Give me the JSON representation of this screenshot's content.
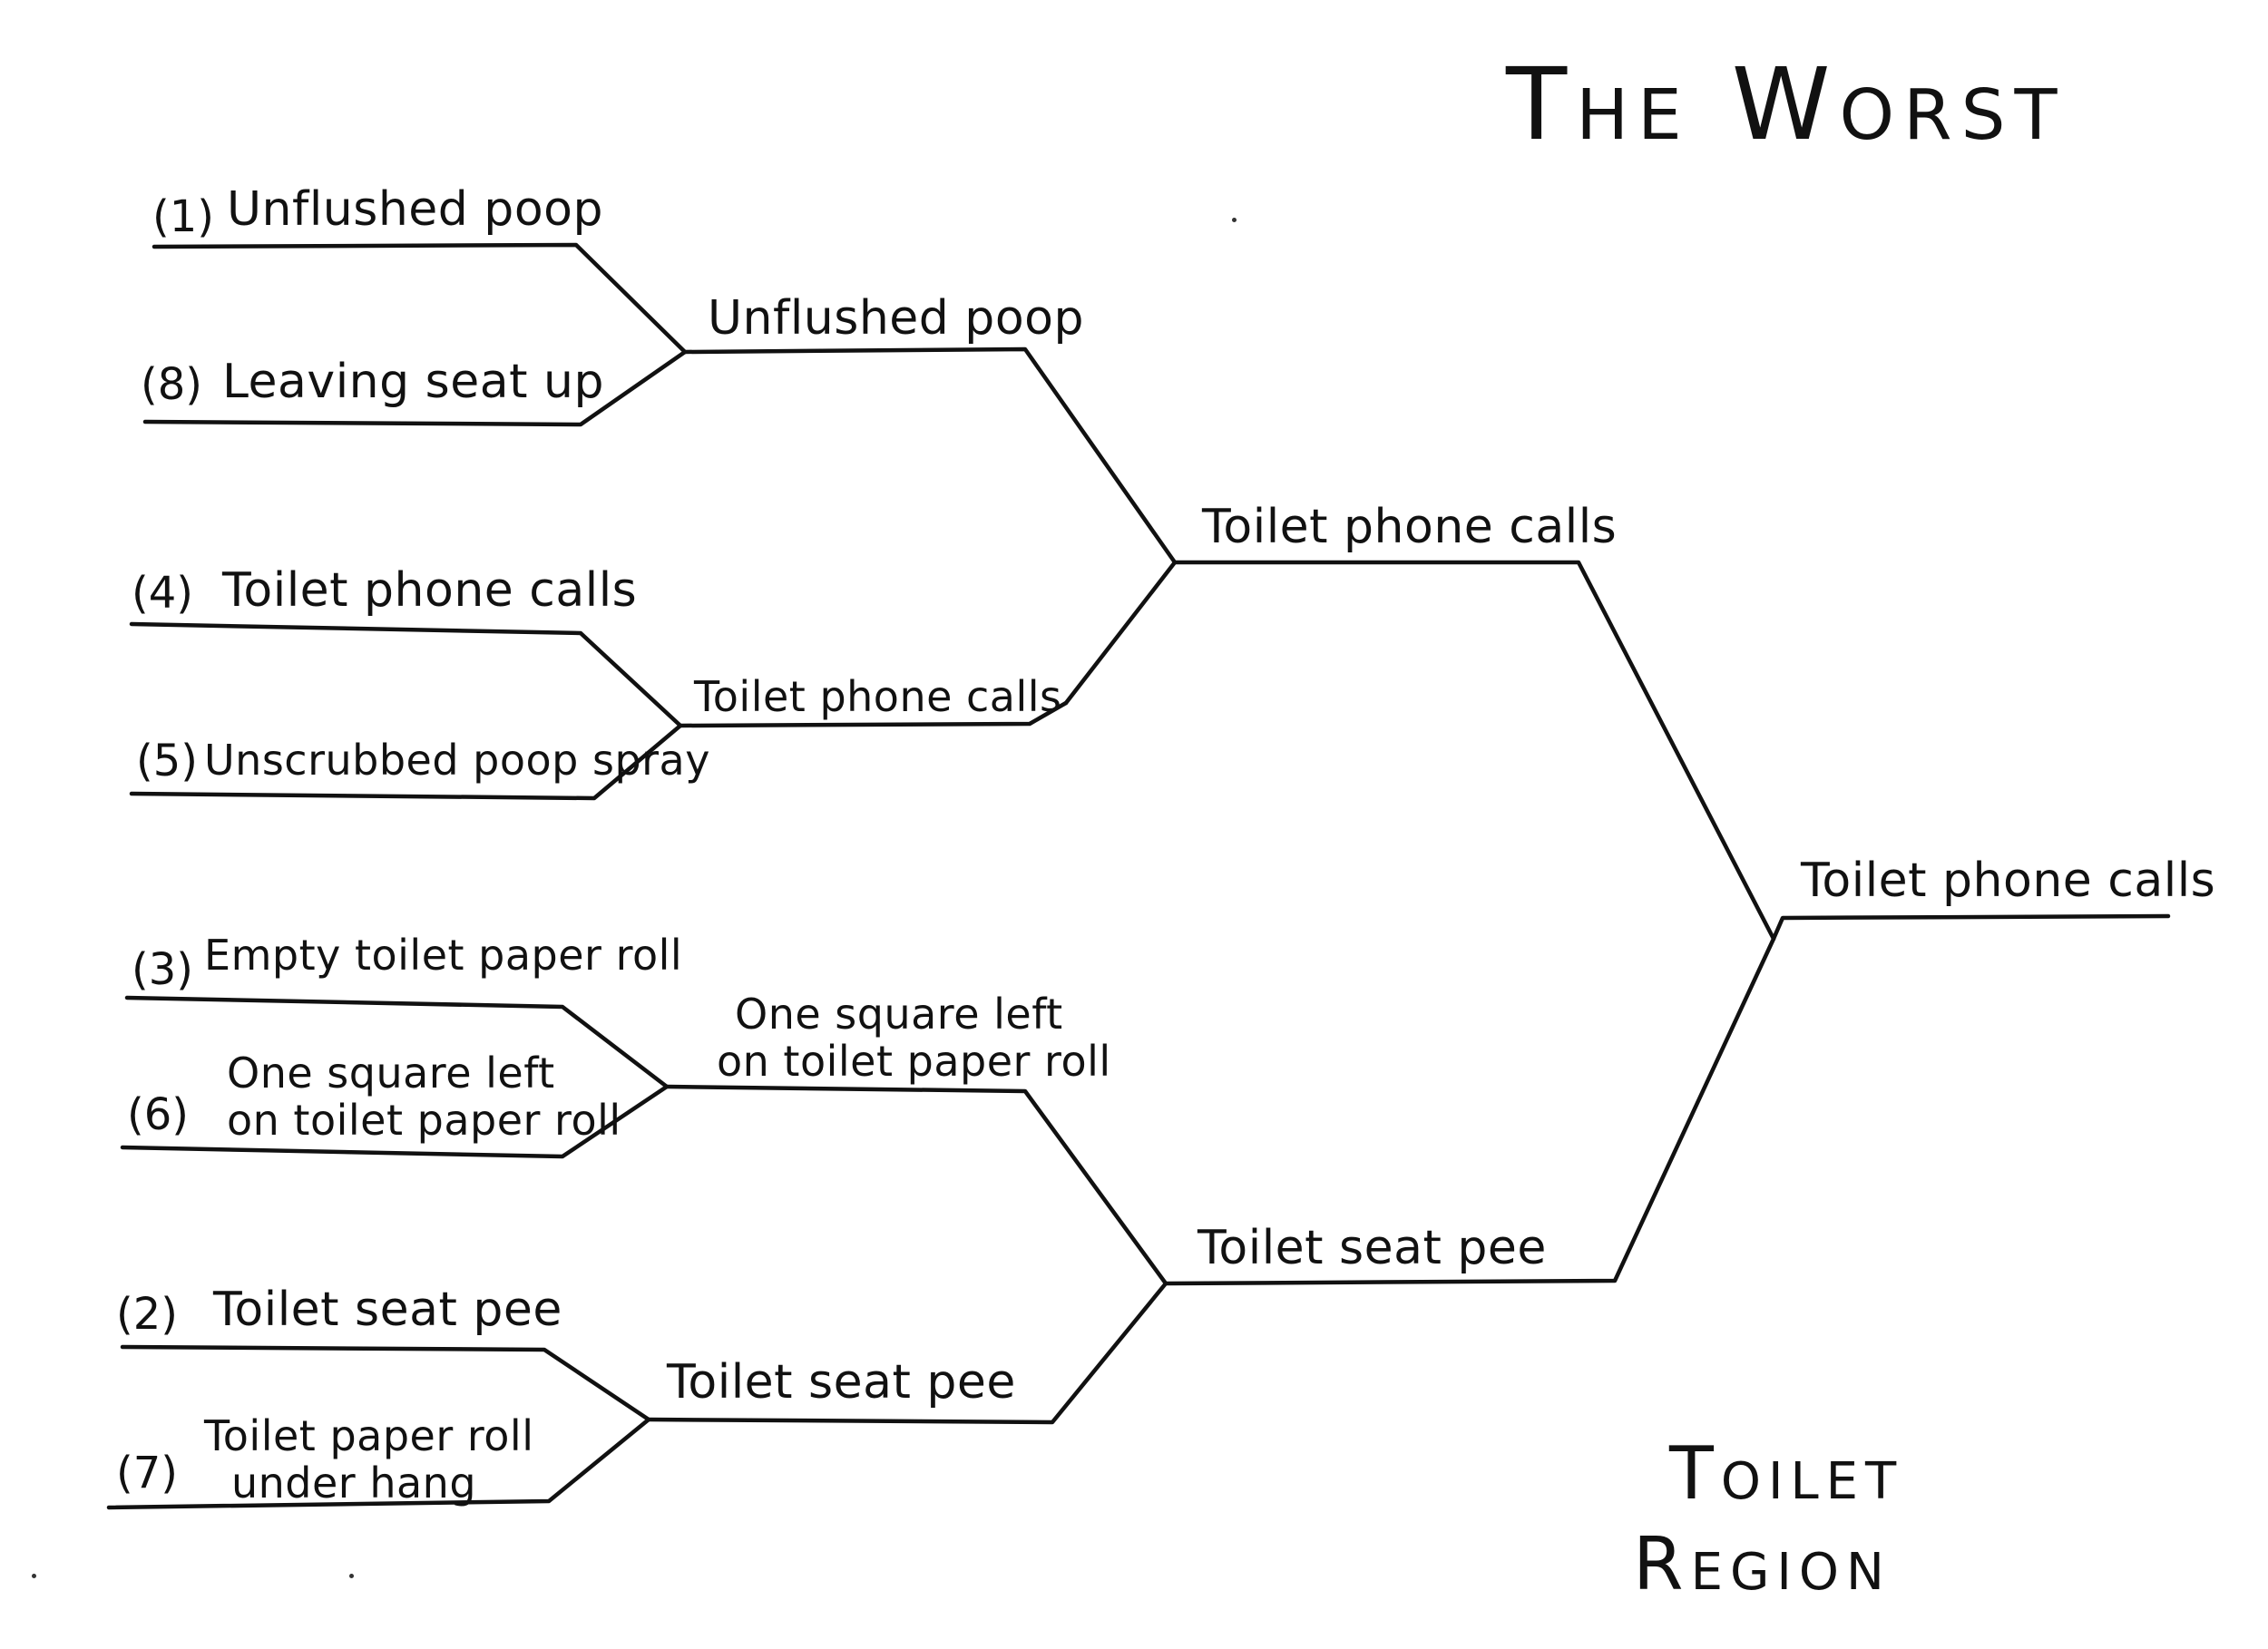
{
  "title": "The Worst",
  "region": {
    "line1": "Toilet",
    "line2": "Region"
  },
  "round1": [
    {
      "seed": "(1)",
      "name": "Unflushed poop"
    },
    {
      "seed": "(8)",
      "name": "Leaving seat up"
    },
    {
      "seed": "(4)",
      "name": "Toilet phone calls"
    },
    {
      "seed": "(5)",
      "name": "Unscrubbed poop spray"
    },
    {
      "seed": "(3)",
      "name": "Empty toilet paper roll"
    },
    {
      "seed": "(6)",
      "name_line1": "One square left",
      "name_line2": "on toilet paper roll"
    },
    {
      "seed": "(2)",
      "name": "Toilet seat pee"
    },
    {
      "seed": "(7)",
      "name_line1": "Toilet paper roll",
      "name_line2": "under hang"
    }
  ],
  "round2": [
    {
      "name": "Unflushed poop"
    },
    {
      "name": "Toilet phone calls"
    },
    {
      "name_line1": "One square left",
      "name_line2": "on toilet paper roll"
    },
    {
      "name": "Toilet seat pee"
    }
  ],
  "round3": [
    {
      "name": "Toilet phone calls"
    },
    {
      "name": "Toilet seat pee"
    }
  ],
  "winner": {
    "name": "Toilet phone calls"
  }
}
